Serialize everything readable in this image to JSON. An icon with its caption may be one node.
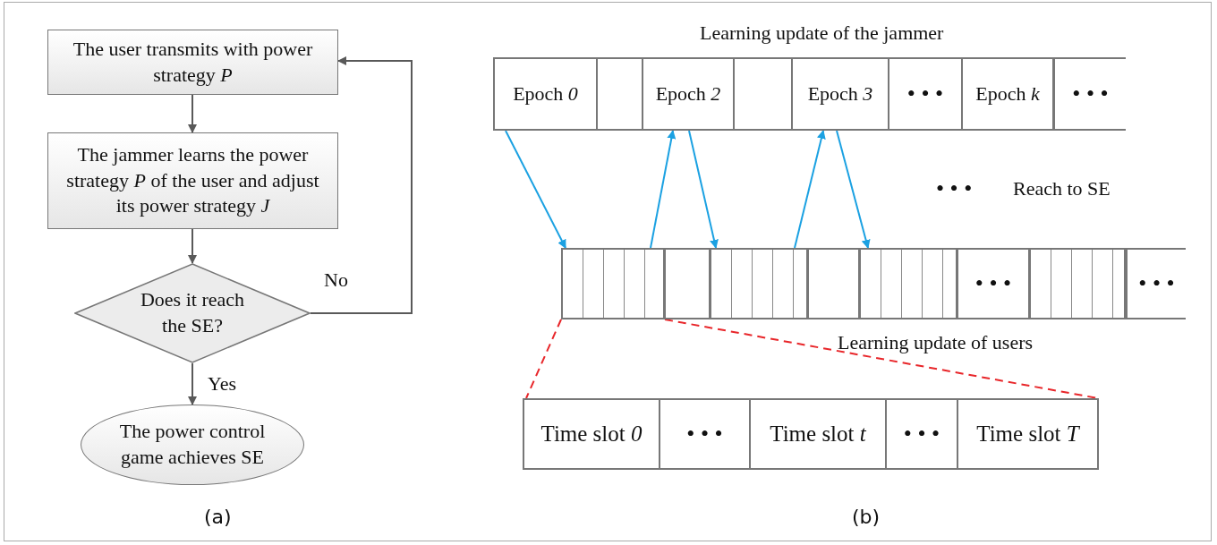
{
  "diagram": {
    "nodes": [
      {
        "text": [
          "The user transmits with power strategy *P*"
        ]
      },
      {
        "text": [
          "The jammer learns the power strategy *P* of the user and adjust its power strategy *J*"
        ]
      },
      {
        "text": [
          "Does it reach the SE?"
        ]
      },
      {
        "text": [
          "The power control game achieves SE"
        ]
      },
      {
        "text": [
          "Epoch *0*"
        ]
      },
      {
        "text": [],
        "shape": "box"
      },
      {
        "text": [
          "Epoch *2*"
        ]
      },
      {
        "text": [],
        "shape": "box"
      },
      {
        "text": [
          "Epoch *3*"
        ]
      },
      {
        "text": [
          "• • •"
        ]
      },
      {
        "text": [
          "Epoch *k*"
        ]
      },
      {
        "text": [
          "• • •"
        ]
      },
      {
        "text": [],
        "shape": "box"
      },
      {
        "text": [],
        "shape": "box"
      },
      {
        "text": [],
        "shape": "box"
      },
      {
        "text": [],
        "shape": "box"
      },
      {
        "text": [],
        "shape": "box"
      },
      {
        "text": [
          "• • •"
        ]
      },
      {
        "text": [],
        "shape": "box"
      },
      {
        "text": [
          "• • •"
        ]
      },
      {
        "text": [],
        "shape": "box"
      },
      {
        "text": [
          "Time slot *0*"
        ],
        "in": 20
      },
      {
        "text": [
          "• • •"
        ],
        "in": 20
      },
      {
        "text": [
          "Time slot *t*"
        ],
        "in": 20
      },
      {
        "text": [
          "• • •"
        ],
        "in": 20
      },
      {
        "text": [
          "Time slot *T*"
        ],
        "in": 20
      }
    ],
    "edges": [
      {
        "from": 0,
        "to": 1,
        "arrow": "to",
        "color": "#595959"
      },
      {
        "from": 1,
        "to": 2,
        "arrow": "to",
        "color": "#595959"
      },
      {
        "from": 2,
        "to": 3,
        "arrow": "to",
        "label": "Yes",
        "color": "#595959"
      },
      {
        "from": 2,
        "to": 0,
        "arrow": "to",
        "label": "No",
        "color": "#595959"
      },
      {
        "from": 4,
        "to": 12,
        "arrow": "to"
      },
      {
        "from": 12,
        "to": 6,
        "arrow": "to"
      },
      {
        "from": 6,
        "to": 14,
        "arrow": "to"
      },
      {
        "from": 14,
        "to": 8,
        "arrow": "to"
      },
      {
        "from": 8,
        "to": 16,
        "arrow": "to"
      },
      {
        "from": 12,
        "to": 20,
        "arrow": "none",
        "style": "dashed",
        "color": "#e8262a"
      },
      {
        "from": 12,
        "to": 20,
        "arrow": "none",
        "style": "dashed",
        "color": "#e8262a"
      }
    ],
    "labels": [
      "Learning update of the jammer",
      "• • •",
      "Reach to SE",
      "Learning update of users",
      "(a)",
      "(b)"
    ]
  }
}
